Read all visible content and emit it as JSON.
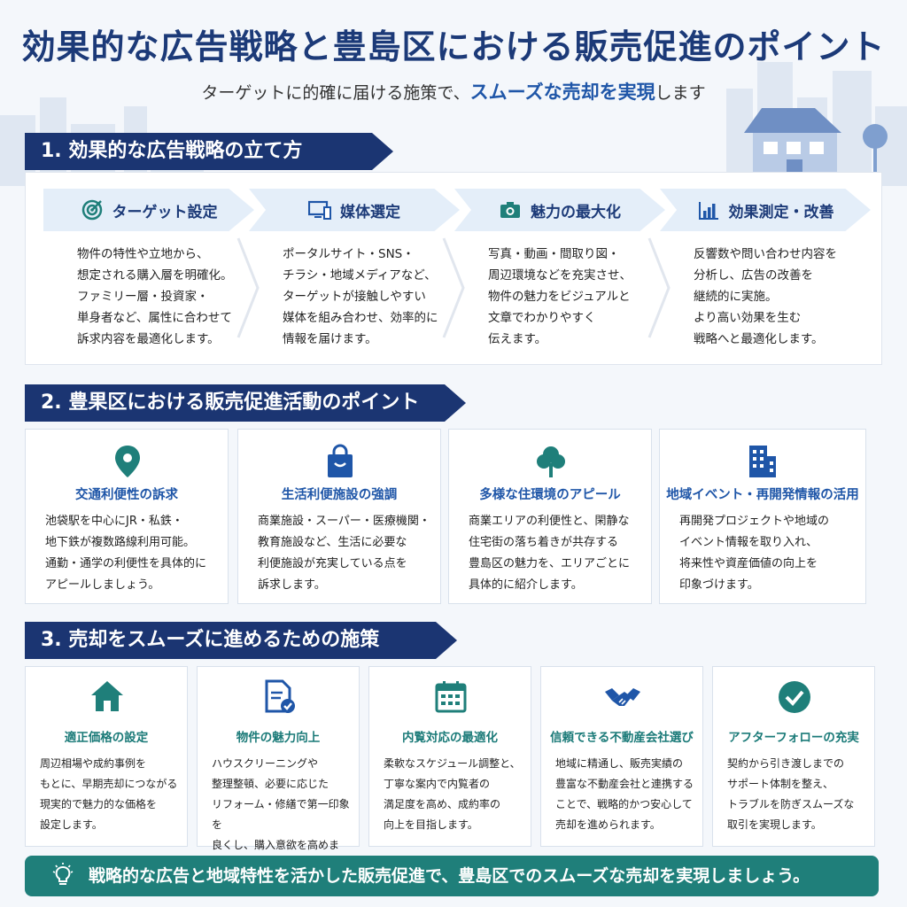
{
  "header": {
    "title": "効果的な広告戦略と豊島区における販売促進のポイント",
    "subtitle_pre": "ターゲットに的確に届ける施策で、",
    "subtitle_highlight": "スムーズな売却を実現",
    "subtitle_post": "します"
  },
  "section1": {
    "title": "1. 効果的な広告戦略の立て方",
    "steps": [
      {
        "label": "ターゲット設定",
        "icon": "target-icon",
        "text": "物件の特性や立地から、\n想定される購入層を明確化。\nファミリー層・投資家・\n単身者など、属性に合わせて\n訴求内容を最適化します。"
      },
      {
        "label": "媒体選定",
        "icon": "devices-icon",
        "text": "ポータルサイト・SNS・\nチラシ・地域メディアなど、\nターゲットが接触しやすい\n媒体を組み合わせ、効率的に\n情報を届けます。"
      },
      {
        "label": "魅力の最大化",
        "icon": "camera-icon",
        "text": "写真・動画・間取り図・\n周辺環境などを充実させ、\n物件の魅力をビジュアルと\n文章でわかりやすく\n伝えます。"
      },
      {
        "label": "効果測定・改善",
        "icon": "bar-chart-icon",
        "text": "反響数や問い合わせ内容を\n分析し、広告の改善を\n継続的に実施。\nより高い効果を生む\n戦略へと最適化します。"
      }
    ]
  },
  "section2": {
    "title": "2. 豊果区における販売促進活動のポイント",
    "cards": [
      {
        "heading": "交通利便性の訴求",
        "icon": "location-pin-icon",
        "text": "池袋駅を中心にJR・私鉄・\n地下鉄が複数路線利用可能。\n通勤・通学の利便性を具体的に\nアピールしましょう。"
      },
      {
        "heading": "生活利便施設の強調",
        "icon": "shopping-bag-icon",
        "text": "商業施設・スーパー・医療機関・\n教育施設など、生活に必要な\n利便施設が充実している点を\n訴求します。"
      },
      {
        "heading": "多様な住環境のアピール",
        "icon": "tree-icon",
        "text": "商業エリアの利便性と、閑静な\n住宅街の落ち着きが共存する\n豊島区の魅力を、エリアごとに\n具体的に紹介します。"
      },
      {
        "heading": "地域イベント・再開発情報の活用",
        "icon": "building-icon",
        "text": "再開発プロジェクトや地域の\nイベント情報を取り入れ、\n将来性や資産価値の向上を\n印象づけます。"
      }
    ]
  },
  "section3": {
    "title": "3. 売却をスムーズに進めるための施策",
    "cards": [
      {
        "heading": "適正価格の設定",
        "icon": "house-icon",
        "text": "周辺相場や成約事例を\nもとに、早期売却につながる\n現実的で魅力的な価格を\n設定します。"
      },
      {
        "heading": "物件の魅力向上",
        "icon": "document-check-icon",
        "text": "ハウスクリーニングや\n整理整頓、必要に応じた\nリフォーム・修繕で第一印象を\n良くし、購入意欲を高めます。"
      },
      {
        "heading": "内覧対応の最適化",
        "icon": "calendar-icon",
        "text": "柔軟なスケジュール調整と、\n丁寧な案内で内覧者の\n満足度を高め、成約率の\n向上を目指します。"
      },
      {
        "heading": "信頼できる不動産会社選び",
        "icon": "handshake-icon",
        "text": "地域に精通し、販売実績の\n豊富な不動産会社と連携する\nことで、戦略的かつ安心して\n売却を進められます。"
      },
      {
        "heading": "アフターフォローの充実",
        "icon": "check-circle-icon",
        "text": "契約から引き渡しまでの\nサポート体制を整え、\nトラブルを防ぎスムーズな\n取引を実現します。"
      }
    ]
  },
  "footer": {
    "icon": "lightbulb-icon",
    "text": "戦略的な広告と地域特性を活かした販売促進で、豊島区でのスムーズな売却を実現しましょう。"
  },
  "colors": {
    "navy": "#1b3572",
    "blue": "#1f56a8",
    "teal": "#1f7f7a"
  }
}
